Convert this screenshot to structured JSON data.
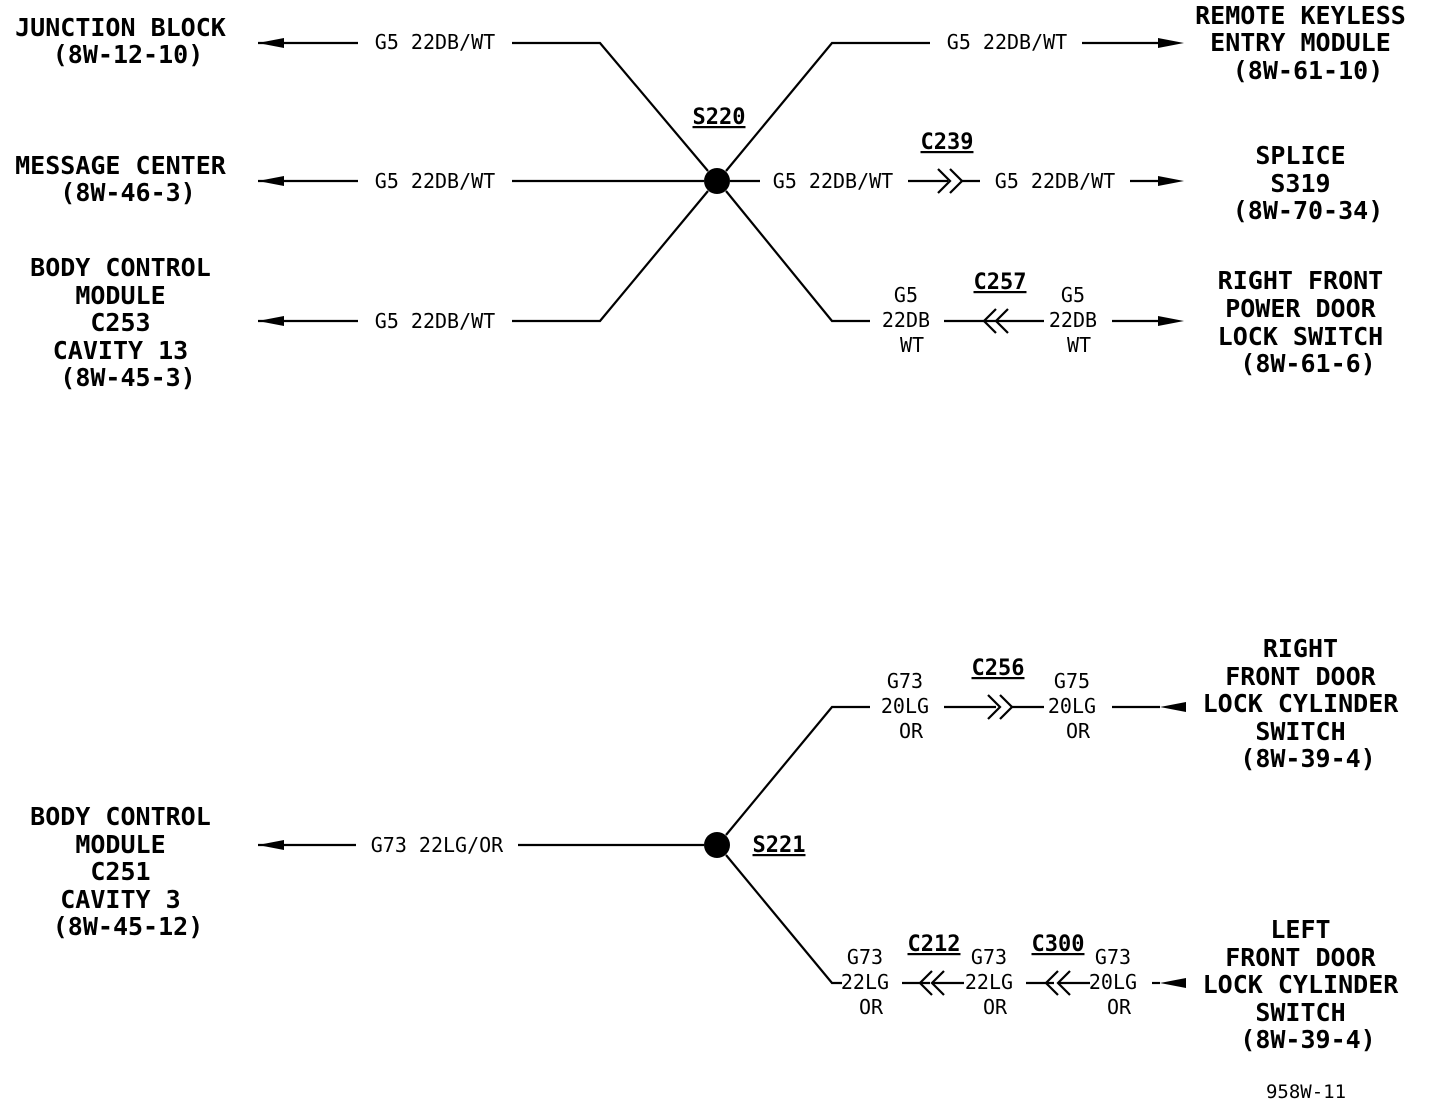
{
  "components": {
    "junction_block": [
      "JUNCTION BLOCK",
      "(8W-12-10)"
    ],
    "message_center": [
      "MESSAGE CENTER",
      "(8W-46-3)"
    ],
    "bcm_c253": [
      "BODY CONTROL",
      "MODULE",
      "C253",
      "CAVITY 13",
      "(8W-45-3)"
    ],
    "remote_keyless": [
      "REMOTE KEYLESS",
      "ENTRY MODULE",
      "(8W-61-10)"
    ],
    "splice_s319": [
      "SPLICE",
      "S319",
      "(8W-70-34)"
    ],
    "rf_power_door_lock": [
      "RIGHT FRONT",
      "POWER DOOR",
      "LOCK SWITCH",
      "(8W-61-6)"
    ],
    "bcm_c251": [
      "BODY CONTROL",
      "MODULE",
      "C251",
      "CAVITY 3",
      "(8W-45-12)"
    ],
    "rf_lock_cylinder": [
      "RIGHT",
      "FRONT DOOR",
      "LOCK CYLINDER",
      "SWITCH",
      "(8W-39-4)"
    ],
    "lf_lock_cylinder": [
      "LEFT",
      "FRONT DOOR",
      "LOCK CYLINDER",
      "SWITCH",
      "(8W-39-4)"
    ]
  },
  "splices": {
    "s220": "S220",
    "s221": "S221"
  },
  "connectors": {
    "c239": "C239",
    "c257": "C257",
    "c256": "C256",
    "c212": "C212",
    "c300": "C300"
  },
  "wires": {
    "g5_jb": "G5 22DB/WT",
    "g5_mc": "G5 22DB/WT",
    "g5_bcm": "G5 22DB/WT",
    "g5_rke": "G5 22DB/WT",
    "g5_c239_in": "G5 22DB/WT",
    "g5_c239_out": "G5 22DB/WT",
    "g5_c257_left": [
      "G5",
      "22DB",
      "WT"
    ],
    "g5_c257_right": [
      "G5",
      "22DB",
      "WT"
    ],
    "g73_bcm": "G73 22LG/OR",
    "g73_c256_left": [
      "G73",
      "20LG",
      "OR"
    ],
    "g75_c256_right": [
      "G75",
      "20LG",
      "OR"
    ],
    "g73_c212_left": [
      "G73",
      "22LG",
      "OR"
    ],
    "g73_c212_right": [
      "G73",
      "22LG",
      "OR"
    ],
    "g73_c300_right": [
      "G73",
      "20LG",
      "OR"
    ]
  },
  "figure_id": "958W-11"
}
